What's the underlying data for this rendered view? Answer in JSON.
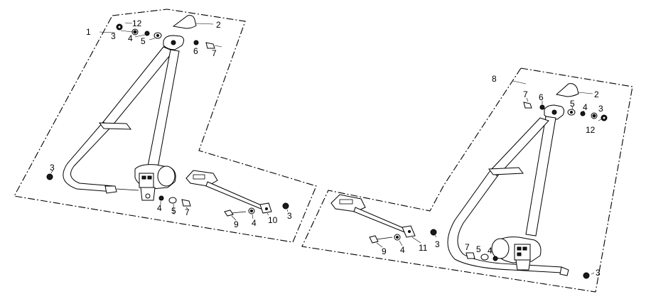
{
  "diagram": {
    "left_assembly": {
      "callouts": {
        "assembly": "1",
        "cover": "2",
        "bottom_nut": "3",
        "top_nut": "3",
        "top_washer": "4",
        "bottom_washer": "4",
        "buckle_washer": "4",
        "top_washer_b": "5",
        "bottom_washer_b": "5",
        "spacer": "6",
        "top_bolt": "7",
        "bottom_bolt": "7",
        "buckle_bolt": "9",
        "buckle_bracket": "10",
        "buckle_nut": "3",
        "cap": "12"
      }
    },
    "right_assembly": {
      "callouts": {
        "assembly": "8",
        "cover": "2",
        "top_bolt": "7",
        "spacer": "6",
        "washer_b": "5",
        "washer": "4",
        "top_nut": "3",
        "cap": "12",
        "buckle_bolt": "9",
        "buckle_washer": "4",
        "buckle_bracket": "11",
        "buckle_nut": "3",
        "bottom_bolt": "7",
        "bottom_washer_b": "5",
        "bottom_washer": "4",
        "bottom_nut": "3"
      }
    }
  }
}
